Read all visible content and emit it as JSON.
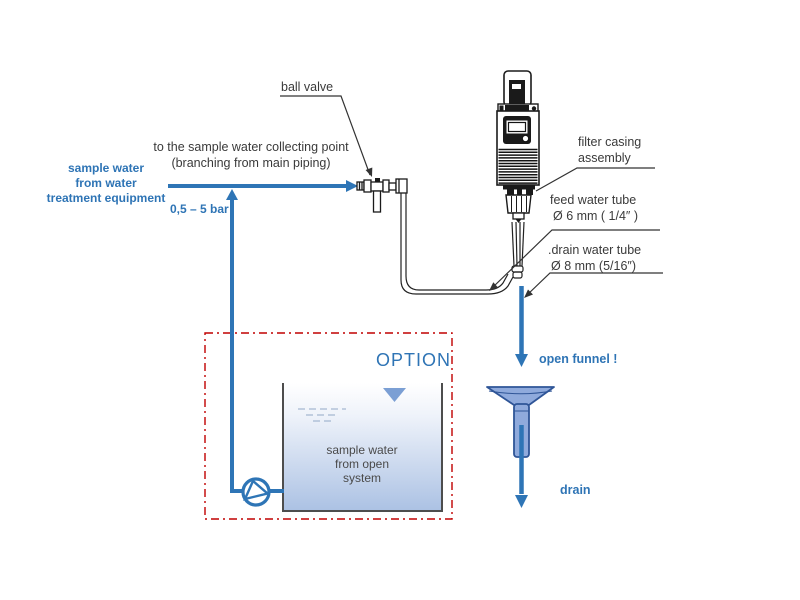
{
  "diagram_title": "sample water installation diagram",
  "colors": {
    "accent_blue": "#2E75B6",
    "text_blue": "#2E74B5",
    "label_dark": "#3A3A3A",
    "drawing_dark": "#1A1A1A",
    "leader": "#333333",
    "red_border": "#C00000",
    "funnel_fill": "#8FAADC",
    "funnel_outline": "#2F5597",
    "tank_wall": "#4D4D4D",
    "marker": "#7B9FD4",
    "ripple": "#93A9C7",
    "tank_gradient_top": "#FFFFFF",
    "tank_gradient_bottom": "#ACC2E4"
  },
  "labels": {
    "source": {
      "line1": "sample water",
      "line2": "from water",
      "line3": "treatment equipment"
    },
    "pressure": "0,5 – 5 bar",
    "collecting_point": {
      "line1": "to the sample water collecting point",
      "line2": "(branching from  main piping)"
    },
    "ball_valve": "ball valve",
    "filter_casing": {
      "line1": "filter casing",
      "line2": "assembly"
    },
    "feed_tube": {
      "line1": "feed water tube",
      "line2": "Ø 6 mm ( 1/4″ )"
    },
    "drain_tube": {
      "line1": ".drain water tube",
      "line2": "Ø 8 mm (5/16″)"
    },
    "option": "OPTION",
    "tank": {
      "line1": "sample water",
      "line2": "from open",
      "line3": "system"
    },
    "open_funnel": "open funnel !",
    "drain": "drain"
  }
}
